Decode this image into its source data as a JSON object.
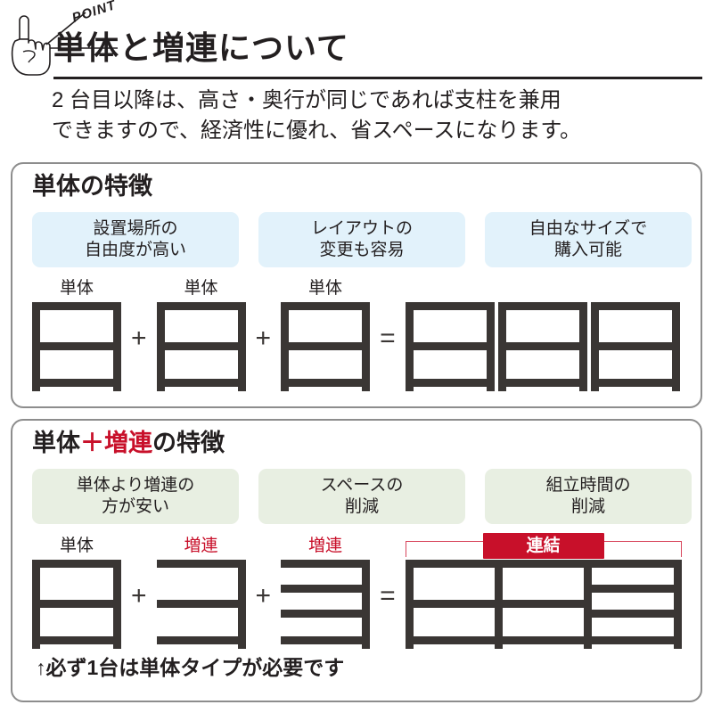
{
  "header": {
    "point_badge": "POINT",
    "point_icon": "pointing-hand-icon",
    "title": "単体と増連について",
    "intro_line1": "2 台目以降は、高さ・奥行が同じであれば支柱を兼用",
    "intro_line2": "できますので、経済性に優れ、省スペースになります。"
  },
  "colors": {
    "red": "#c8102a",
    "shelf": "#3a3634",
    "pill_blue": "#e2f2fb",
    "pill_green": "#e8efe2",
    "card_border": "#8d8d8d",
    "bracket": "#d8455c"
  },
  "sections": [
    {
      "id": "tantai",
      "title_plain": "単体の特徴",
      "pills": [
        {
          "line1": "設置場所の",
          "line2": "自由度が高い"
        },
        {
          "line1": "レイアウトの",
          "line2": "変更も容易"
        },
        {
          "line1": "自由なサイズで",
          "line2": "購入可能"
        }
      ],
      "diagram": {
        "operands": [
          {
            "label": "単体",
            "label_color": "dark"
          },
          {
            "op": "＋"
          },
          {
            "label": "単体",
            "label_color": "dark"
          },
          {
            "op": "＋"
          },
          {
            "label": "単体",
            "label_color": "dark"
          },
          {
            "op": "＝"
          }
        ],
        "plus": "+",
        "equals": "=",
        "result_units": 3,
        "result_badge": null
      },
      "footnote": null
    },
    {
      "id": "zouren",
      "title_prefix": "単体",
      "title_plus": "＋",
      "title_red": "増連",
      "title_suffix": "の特徴",
      "pills": [
        {
          "line1": "単体より増連の",
          "line2": "方が安い"
        },
        {
          "line1": "スペースの",
          "line2": "削減"
        },
        {
          "line1": "組立時間の",
          "line2": "削減"
        }
      ],
      "diagram": {
        "operands": [
          {
            "label": "単体",
            "label_color": "dark"
          },
          {
            "op": "＋"
          },
          {
            "label": "増連",
            "label_color": "red"
          },
          {
            "op": "＋"
          },
          {
            "label": "増連",
            "label_color": "red"
          },
          {
            "op": "＝"
          }
        ],
        "plus": "+",
        "equals": "=",
        "result_units": 3,
        "result_badge": "連結"
      },
      "footnote": "↑必ず1台は単体タイプが必要です"
    }
  ]
}
